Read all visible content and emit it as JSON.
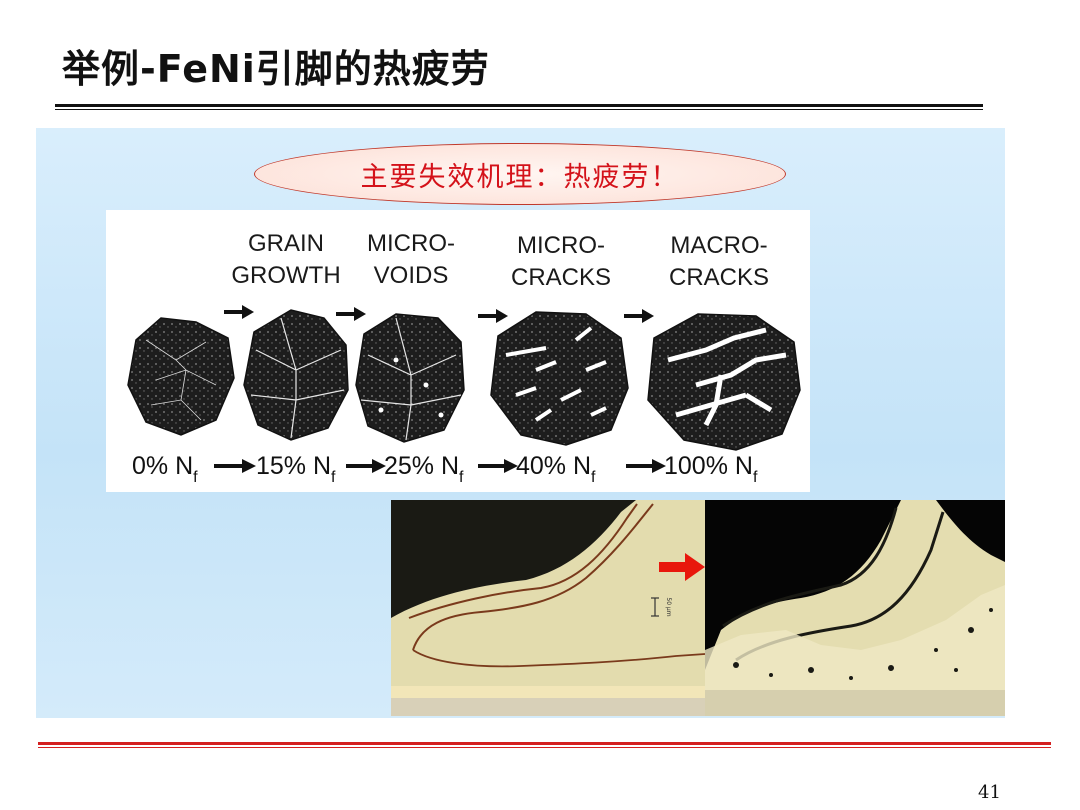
{
  "slide": {
    "title": "举例-FeNi引脚的热疲劳",
    "callout": "主要失效机理：热疲劳！",
    "page_number": "41"
  },
  "diagram": {
    "stages": [
      {
        "label_line1": "GRAIN",
        "label_line2": "GROWTH"
      },
      {
        "label_line1": "MICRO-",
        "label_line2": "VOIDS"
      },
      {
        "label_line1": "MICRO-",
        "label_line2": "CRACKS"
      },
      {
        "label_line1": "MACRO-",
        "label_line2": "CRACKS"
      }
    ],
    "cycles": [
      {
        "value": "0% N",
        "sub": "f"
      },
      {
        "value": "15% N",
        "sub": "f"
      },
      {
        "value": "25% N",
        "sub": "f"
      },
      {
        "value": "40% N",
        "sub": "f"
      },
      {
        "value": "100% N",
        "sub": "f"
      }
    ]
  },
  "micrograph": {
    "scale_bar": "50 μm"
  },
  "colors": {
    "callout_text": "#d4121a",
    "rule_red": "#d42020",
    "arrow_red": "#e8170c"
  }
}
